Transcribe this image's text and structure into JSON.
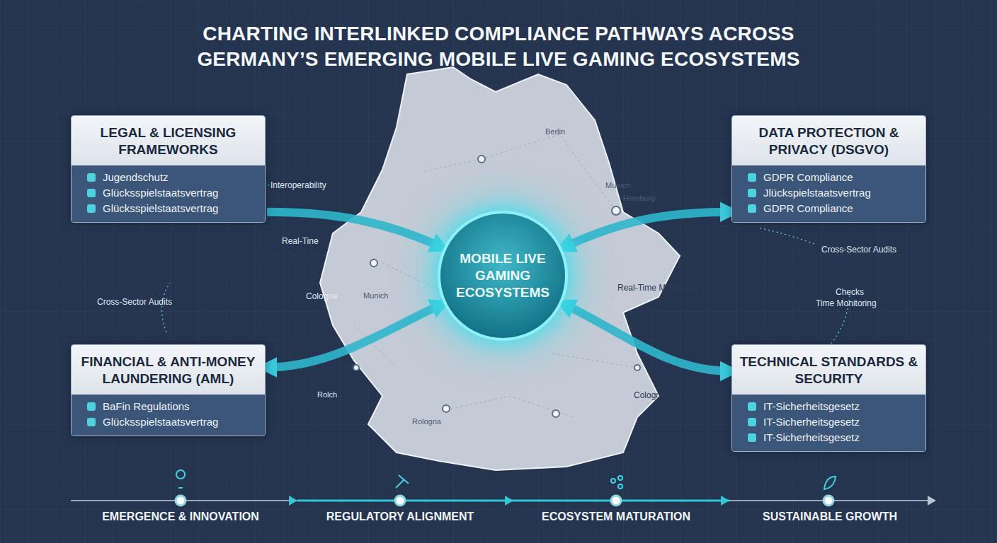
{
  "diagram": {
    "title": "CHARTING INTERLINKED COMPLIANCE PATHWAYS ACROSS GERMANY’S EMERGING MOBILE LIVE GAMING ECOSYSTEMS",
    "nodes": [
      {
        "text": [
          "LEGAL & LICENSING FRAMEWORKS",
          "Jugendschutz",
          "Glücksspielstaatsvertrag",
          "Glücksspielstaatsvertrag"
        ]
      },
      {
        "text": [
          "DATA PROTECTION & PRIVACY (DSGVO)",
          "GDPR Compliance",
          "Jlückspielstaatsvertrag",
          "GDPR Compliance"
        ]
      },
      {
        "text": [
          "MOBILE LIVE GAMING ECOSYSTEMS"
        ]
      },
      {
        "text": [
          "FINANCIAL & ANTI-MONEY LAUNDERING (AML)",
          "BaFin Regulations",
          "Glücksspielstaatsvertrag"
        ]
      },
      {
        "text": [
          "TECHNICAL STANDARDS & SECURITY",
          "IT-Sicherheitsgesetz",
          "IT-Sicherheitsgesetz",
          "IT-Sicherheitsgesetz"
        ]
      }
    ],
    "edges": [
      {
        "from": 0,
        "to": 2,
        "arrow": "to"
      },
      {
        "from": 2,
        "to": 1,
        "arrow": "both"
      },
      {
        "from": 3,
        "to": 2,
        "arrow": "both"
      },
      {
        "from": 2,
        "to": 4,
        "arrow": "both"
      }
    ],
    "labels": [
      "Berlin",
      "Munich",
      "Hamburg",
      "Interoperability",
      "Real-Tine",
      "Cross-Sector Audits",
      "Cologne",
      "Munich",
      "Rolch",
      "Real-Time Monitoring",
      "Cross-Sector Audits",
      "Checks",
      "Time Monitoring",
      "Cologne",
      "Rologna",
      "EMERGENCE & INNOVATION",
      "REGULATORY ALIGNMENT",
      "ECOSYSTEM MATURATION",
      "SUSTAINABLE GROWTH"
    ]
  }
}
